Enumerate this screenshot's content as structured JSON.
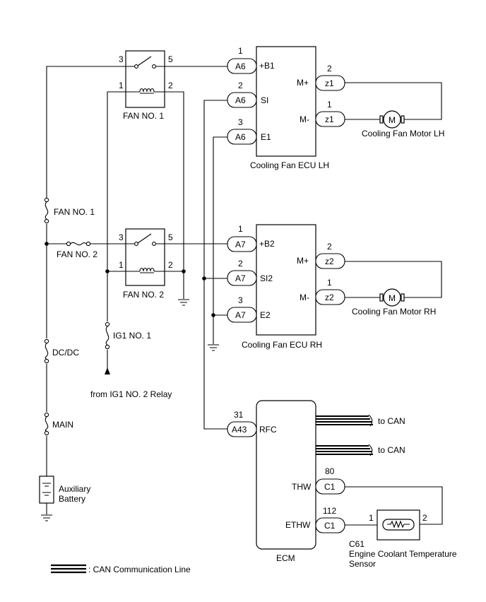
{
  "relays": {
    "fan1": {
      "label": "FAN NO. 1",
      "pins": [
        "3",
        "5",
        "1",
        "2"
      ]
    },
    "fan2": {
      "label": "FAN NO. 2",
      "pins": [
        "3",
        "5",
        "1",
        "2"
      ]
    }
  },
  "fuses": {
    "fan1": "FAN NO. 1",
    "fan2": "FAN NO. 2",
    "ig1": "IG1 NO. 1",
    "dcdc": "DC/DC",
    "main": "MAIN"
  },
  "battery": {
    "line1": "Auxiliary",
    "line2": "Battery"
  },
  "ig1_source": "from IG1 NO. 2 Relay",
  "ecu_lh": {
    "label": "Cooling Fan ECU LH",
    "pins": [
      {
        "num": "1",
        "conn": "A6",
        "name": "+B1"
      },
      {
        "num": "2",
        "conn": "A6",
        "name": "SI"
      },
      {
        "num": "3",
        "conn": "A6",
        "name": "E1"
      }
    ],
    "motor_pins": [
      {
        "num": "2",
        "conn": "z1",
        "name": "M+"
      },
      {
        "num": "1",
        "conn": "z1",
        "name": "M-"
      }
    ],
    "motor_label": "Cooling Fan Motor LH"
  },
  "ecu_rh": {
    "label": "Cooling Fan ECU RH",
    "pins": [
      {
        "num": "1",
        "conn": "A7",
        "name": "+B2"
      },
      {
        "num": "2",
        "conn": "A7",
        "name": "SI2"
      },
      {
        "num": "3",
        "conn": "A7",
        "name": "E2"
      }
    ],
    "motor_pins": [
      {
        "num": "2",
        "conn": "z2",
        "name": "M+"
      },
      {
        "num": "1",
        "conn": "z2",
        "name": "M-"
      }
    ],
    "motor_label": "Cooling Fan Motor RH"
  },
  "motor_symbol": "M",
  "ecm": {
    "label": "ECM",
    "rfc": {
      "num": "31",
      "conn": "A43",
      "name": "RFC"
    },
    "thw": {
      "num": "80",
      "conn": "C1",
      "name": "THW"
    },
    "ethw": {
      "num": "112",
      "conn": "C1",
      "name": "ETHW"
    },
    "can_labels": [
      "to CAN",
      "to CAN"
    ]
  },
  "sensor": {
    "pins": [
      "1",
      "2"
    ],
    "code": "C61",
    "line1": "Engine Coolant Temperature",
    "line2": "Sensor"
  },
  "legend": ": CAN Communication Line"
}
